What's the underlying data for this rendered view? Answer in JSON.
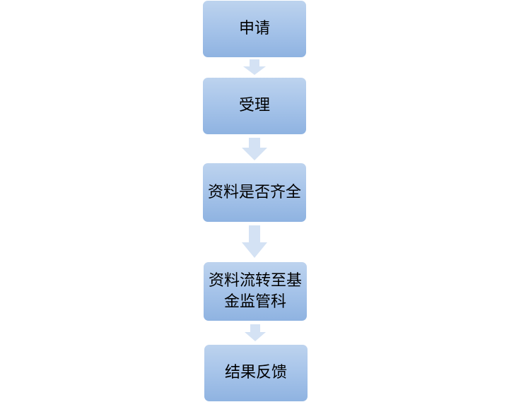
{
  "diagram": {
    "steps": [
      {
        "label": "申请"
      },
      {
        "label": "受理"
      },
      {
        "label": "资料是否齐全"
      },
      {
        "label": "资料流转至基金监管科"
      },
      {
        "label": "结果反馈"
      }
    ],
    "colors": {
      "box_top": "#bdd3ee",
      "box_bottom": "#8fb3e1",
      "arrow": "#d4e2f4"
    }
  }
}
